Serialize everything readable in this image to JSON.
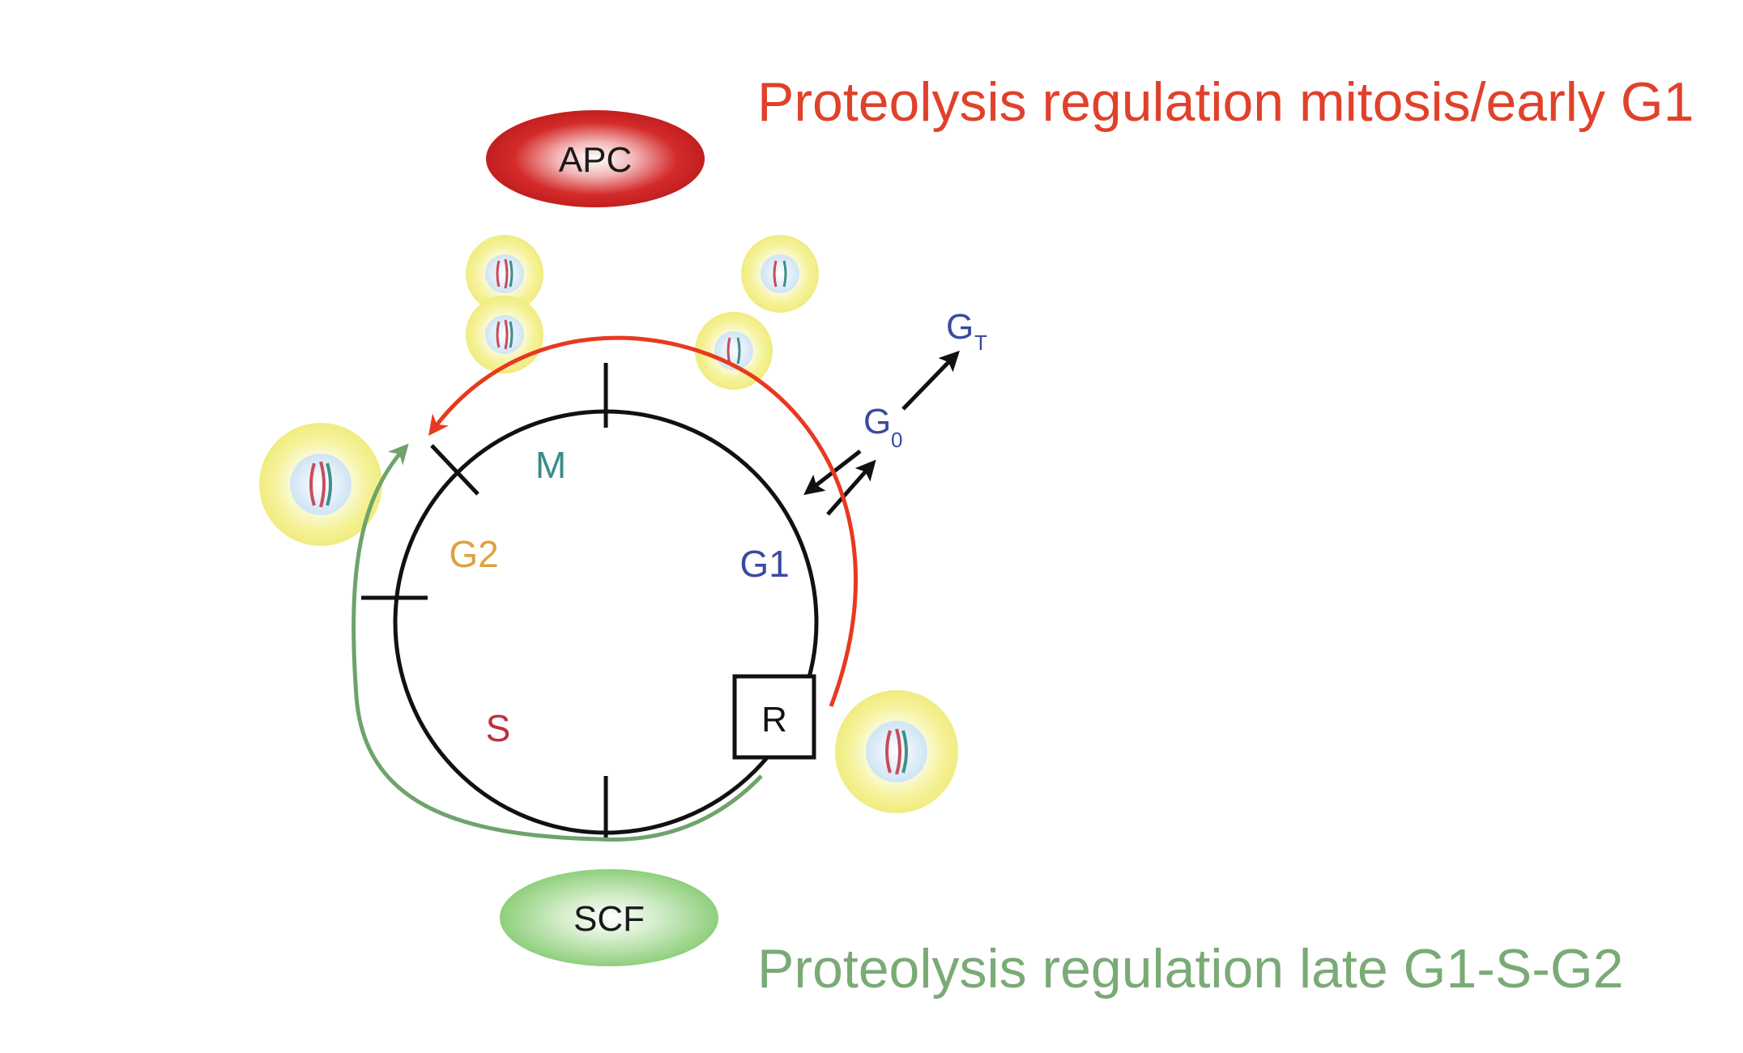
{
  "headings": {
    "top": "Proteolysis regulation mitosis/early G1",
    "bottom": "Proteolysis regulation late G1-S-G2"
  },
  "complexes": {
    "apc": "APC",
    "scf": "SCF"
  },
  "phases": {
    "m": "M",
    "g1": "G1",
    "g2": "G2",
    "s": "S",
    "r": "R"
  },
  "states": {
    "g0_main": "G",
    "g0_sub": "0",
    "gt_main": "G",
    "gt_sub": "T"
  },
  "colors": {
    "red_heading": "#e0412b",
    "green_heading": "#7aaa76",
    "red_arrow": "#e8391f",
    "green_arrow": "#6fa36a",
    "apc_fill": "#d42a2a",
    "scf_fill": "#8fcf7c",
    "phase_m": "#3a8c8c",
    "phase_g1": "#3a4aa0",
    "phase_g2": "#e0a040",
    "phase_s": "#c0303a",
    "state_blue": "#3a4aa0",
    "cell_yellow": "#f5f29a"
  }
}
